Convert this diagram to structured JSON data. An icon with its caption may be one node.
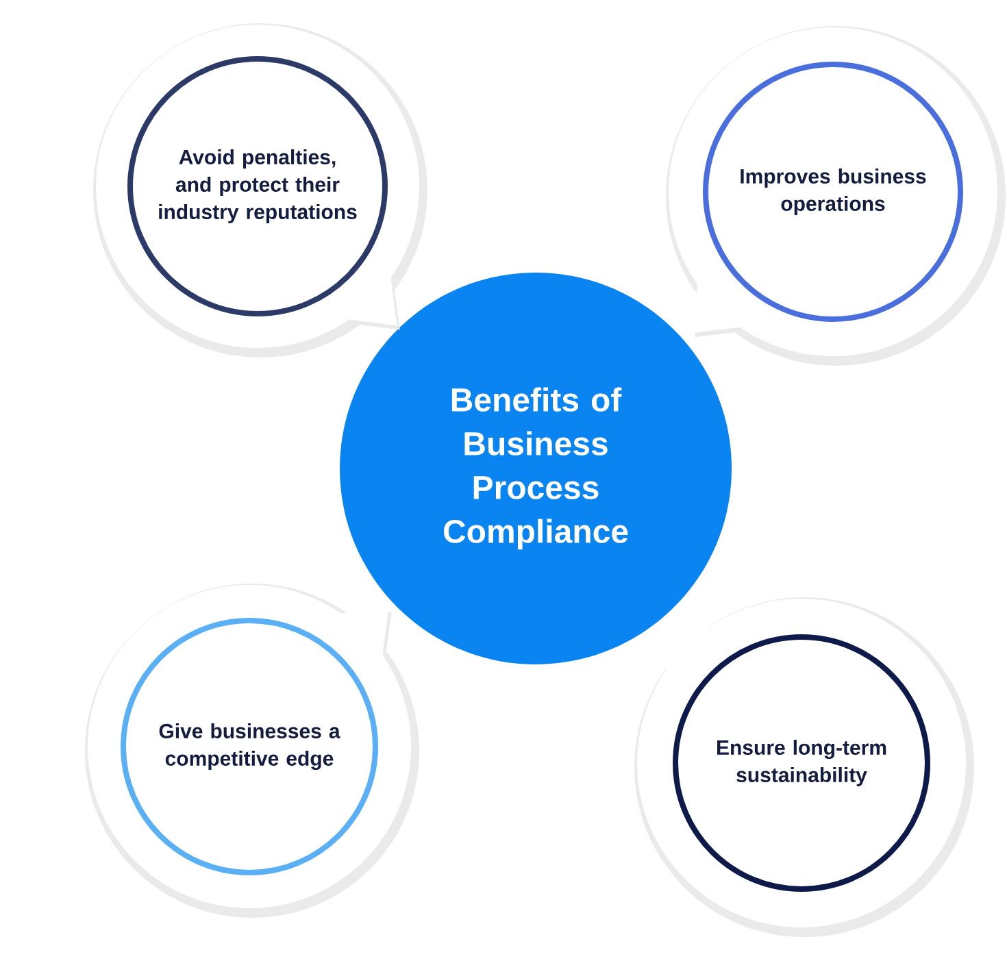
{
  "diagram": {
    "nodes": [
      {
        "text": [
          "Benefits of Business Process Compliance"
        ]
      },
      {
        "text": [
          "Avoid penalties, and protect their industry reputations"
        ]
      },
      {
        "text": [
          "Improves business operations"
        ]
      },
      {
        "text": [
          "Give businesses a competitive edge"
        ]
      },
      {
        "text": [
          "Ensure long-term sustainability"
        ]
      }
    ]
  }
}
